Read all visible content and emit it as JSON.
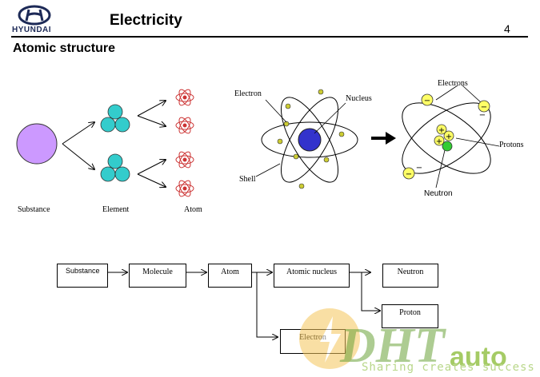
{
  "header": {
    "brand_wordmark": "HYUNDAI",
    "title": "Electricity",
    "page_number": "4"
  },
  "section_title": "Atomic structure",
  "left_diagram": {
    "labels": {
      "substance": "Substance",
      "element": "Element",
      "atom": "Atom"
    }
  },
  "middle_diagram": {
    "labels": {
      "electron": "Electron",
      "nucleus": "Nucleus",
      "shell": "Shell"
    }
  },
  "right_diagram": {
    "labels": {
      "electrons": "Electrons",
      "protons": "Protons",
      "neutron": "Neutron"
    },
    "electron_sign": "−",
    "proton_sign": "+"
  },
  "flowchart": {
    "substance": "Substance",
    "molecule": "Molecule",
    "atom": "Atom",
    "atomic_nucleus": "Atomic nucleus",
    "neutron": "Neutron",
    "proton": "Proton",
    "electron": "Electron"
  },
  "watermark": {
    "brand": "DHT",
    "suffix": "auto",
    "tagline": "Sharing creates success"
  },
  "colors": {
    "substance_fill": "#cc99ff",
    "element_fill": "#33cccc",
    "atom_stroke": "#cc3333",
    "nucleus_fill": "#3333cc",
    "electron_dot": "#cccc33",
    "electron_yellow": "#ffff66",
    "neutron_green": "#33cc33"
  }
}
